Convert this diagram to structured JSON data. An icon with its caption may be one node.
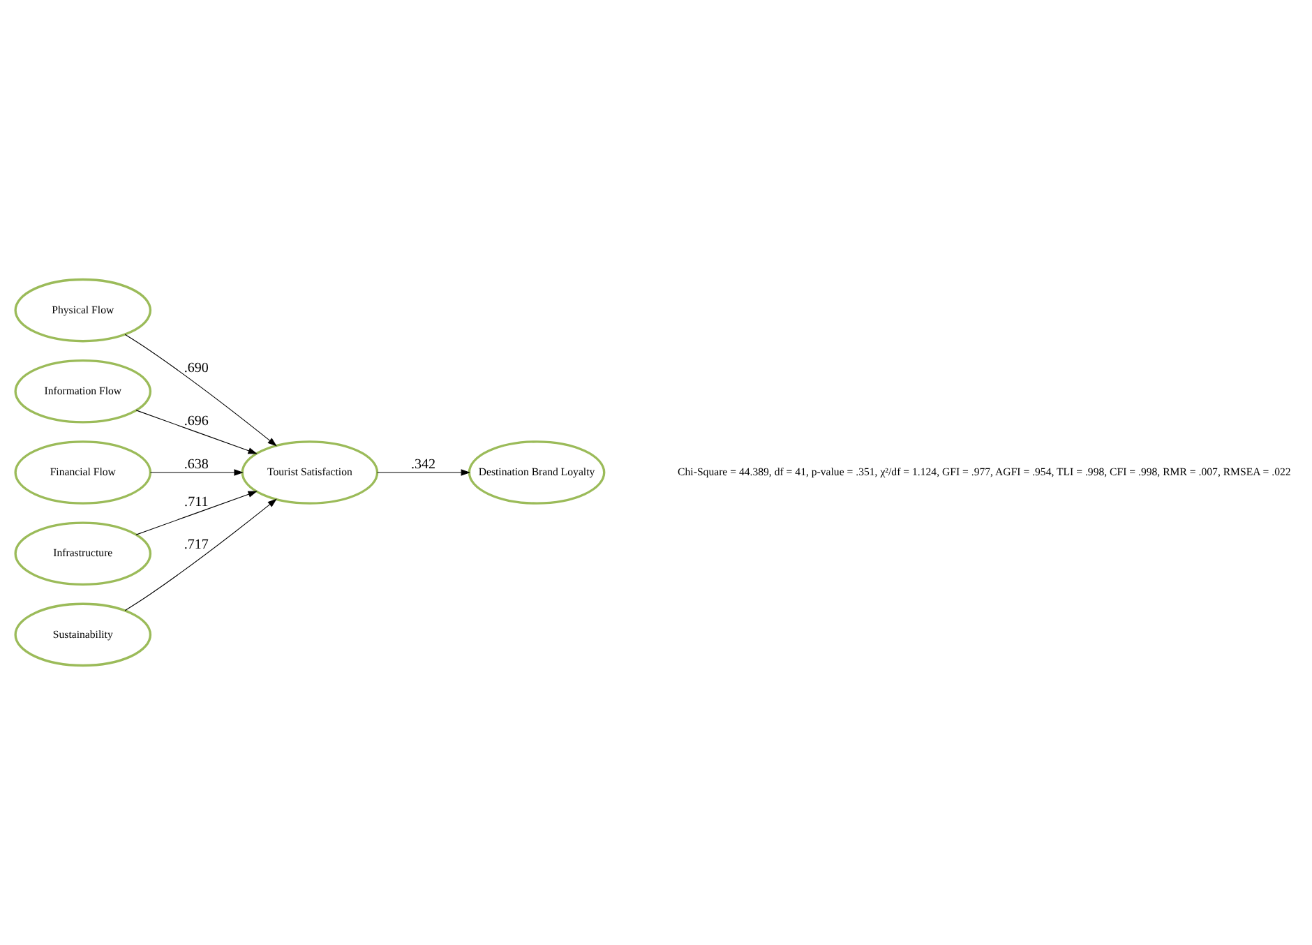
{
  "diagram": {
    "nodes": [
      {
        "text": [
          "Physical Flow"
        ]
      },
      {
        "text": [
          "Information Flow"
        ]
      },
      {
        "text": [
          "Financial Flow"
        ]
      },
      {
        "text": [
          "Infrastructure"
        ]
      },
      {
        "text": [
          "Sustainability"
        ]
      },
      {
        "text": [
          "Tourist Satisfaction"
        ]
      },
      {
        "text": [
          "Destination Brand Loyalty"
        ]
      }
    ],
    "edges": [
      {
        "from": 0,
        "to": 5,
        "arrow": "to",
        "label": ".690"
      },
      {
        "from": 1,
        "to": 5,
        "arrow": "to",
        "label": ".696"
      },
      {
        "from": 2,
        "to": 5,
        "arrow": "to",
        "label": ".638"
      },
      {
        "from": 3,
        "to": 5,
        "arrow": "to",
        "label": ".711"
      },
      {
        "from": 4,
        "to": 5,
        "arrow": "to",
        "label": ".717"
      },
      {
        "from": 5,
        "to": 6,
        "arrow": "to",
        "label": ".342"
      }
    ],
    "labels": [
      "Chi-Square = 44.389, df = 41, p-value = .351, χ²/df = 1.124, GFI = .977, AGFI = .954, TLI = .998, CFI = .998, RMR = .007, RMSEA = .022"
    ]
  }
}
